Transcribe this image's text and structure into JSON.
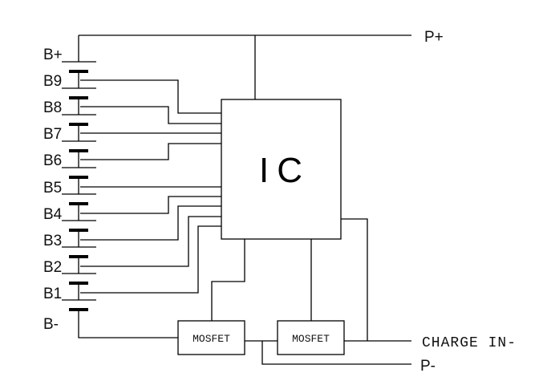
{
  "diagram": {
    "title": "",
    "ic_label": "IC",
    "mosfet_labels": [
      "MOSFET",
      "MOSFET"
    ],
    "terminals": {
      "p_plus": "P+",
      "charge_in_minus": "CHARGE IN-",
      "p_minus": "P-"
    },
    "cell_labels": [
      "B+",
      "B9",
      "B8",
      "B7",
      "B6",
      "B5",
      "B4",
      "B3",
      "B2",
      "B1",
      "B-"
    ],
    "cell_count": 9
  }
}
